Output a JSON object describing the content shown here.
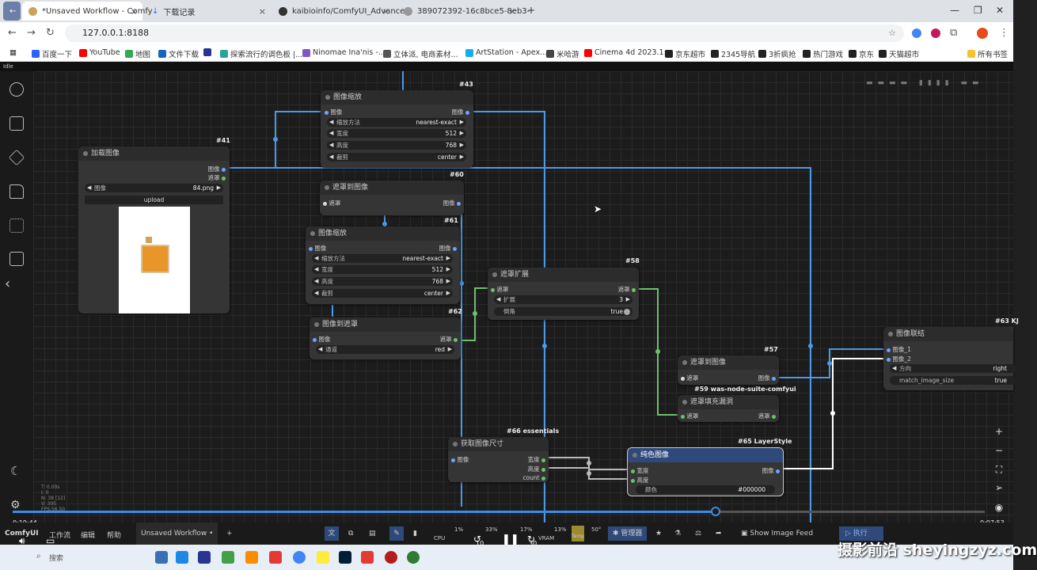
{
  "browser": {
    "tabs": [
      {
        "title": "*Unsaved Workflow - Comfy"
      },
      {
        "title": "下载记录"
      },
      {
        "title": "kaibioinfo/ComfyUI_Advance"
      },
      {
        "title": "389072392-16c8bce5-8eb3-"
      }
    ],
    "url": "127.0.0.1:8188",
    "bookmarks": [
      "百度一下",
      "YouTube",
      "地图",
      "文件下载",
      "探索流行的调色板 |...",
      "Ninomae Ina'nis -...",
      "立体派, 电商素材...",
      "ArtStation - Apex...",
      "米哈游",
      "Cinema 4d 2023.1:...",
      "京东超市",
      "2345导航",
      "3折疯抢",
      "热门游戏",
      "京东",
      "天猫超市"
    ],
    "all_bookmarks": "所有书签"
  },
  "comfy": {
    "top_label": "Idle",
    "nodes": {
      "n43": {
        "id": "#43",
        "title": "图像缩放",
        "in": "图像",
        "out": "图像",
        "w1l": "缩放方法",
        "w1v": "nearest-exact",
        "w2l": "宽度",
        "w2v": "512",
        "w3l": "高度",
        "w3v": "768",
        "w4l": "裁剪",
        "w4v": "center"
      },
      "n41": {
        "id": "#41",
        "title": "加载图像",
        "out1": "图像",
        "out2": "遮罩",
        "w1l": "图像",
        "w1v": "84.png",
        "btn": "upload"
      },
      "n60": {
        "id": "#60",
        "title": "遮罩到图像",
        "in": "遮罩",
        "out": "图像"
      },
      "n61": {
        "id": "#61",
        "title": "图像缩放",
        "in": "图像",
        "out": "图像",
        "w1l": "缩放方法",
        "w1v": "nearest-exact",
        "w2l": "宽度",
        "w2v": "512",
        "w3l": "高度",
        "w3v": "768",
        "w4l": "裁剪",
        "w4v": "center"
      },
      "n62": {
        "id": "#62",
        "title": "图像到遮罩",
        "in": "图像",
        "out": "遮罩",
        "w1l": "通道",
        "w1v": "red"
      },
      "n58": {
        "id": "#58",
        "title": "遮罩扩展",
        "in": "遮罩",
        "out": "遮罩",
        "w1l": "扩展",
        "w1v": "3",
        "w2l": "倒角",
        "w2v": "true"
      },
      "n57": {
        "id": "#57",
        "title": "遮罩到图像",
        "in": "遮罩",
        "out": "图像"
      },
      "n59": {
        "id": "#59 was-node-suite-comfyui",
        "title": "遮罩填充漏洞",
        "in": "遮罩",
        "out": "遮罩"
      },
      "n63": {
        "id": "#63 KJ",
        "title": "图像联结",
        "in1": "图像_1",
        "in2": "图像_2",
        "w1l": "方向",
        "w1v": "right",
        "w2l": "match_image_size",
        "w2v": "true"
      },
      "n66": {
        "id": "#66 essentials",
        "title": "获取图像尺寸",
        "in": "图像",
        "out1": "宽度",
        "out2": "高度",
        "out3": "count"
      },
      "n65": {
        "id": "#65 LayerStyle",
        "title": "纯色图像",
        "in1": "宽度",
        "in2": "高度",
        "out": "图像",
        "w1l": "颜色",
        "w1v": "#000000"
      }
    },
    "stats": [
      "T: 0.00s",
      "I: 0",
      "N: 38 [12]",
      "V: 305",
      "FPS:56.50"
    ],
    "video_time_left": "0:19:44",
    "video_time_right": "0:07:53",
    "bottom": {
      "logo": "ComfyUI",
      "menu": [
        "工作流",
        "编辑",
        "帮助"
      ],
      "workflow_tab": "Unsaved Workflow",
      "cpu_label": "CPU",
      "cpu_val": "1%",
      "ram_val": "33%",
      "gpu_val": "17%",
      "vram_label": "VRAM",
      "vram_val": "13%",
      "temp_label": "Temp",
      "temp_val": "50°",
      "manager": "管理器",
      "image_feed": "Show Image Feed",
      "run": "执行",
      "num_left": "10",
      "num_right": "30"
    },
    "taskbar_search": "搜索",
    "watermark": "摄影前沿 sheyingzyz.com"
  }
}
